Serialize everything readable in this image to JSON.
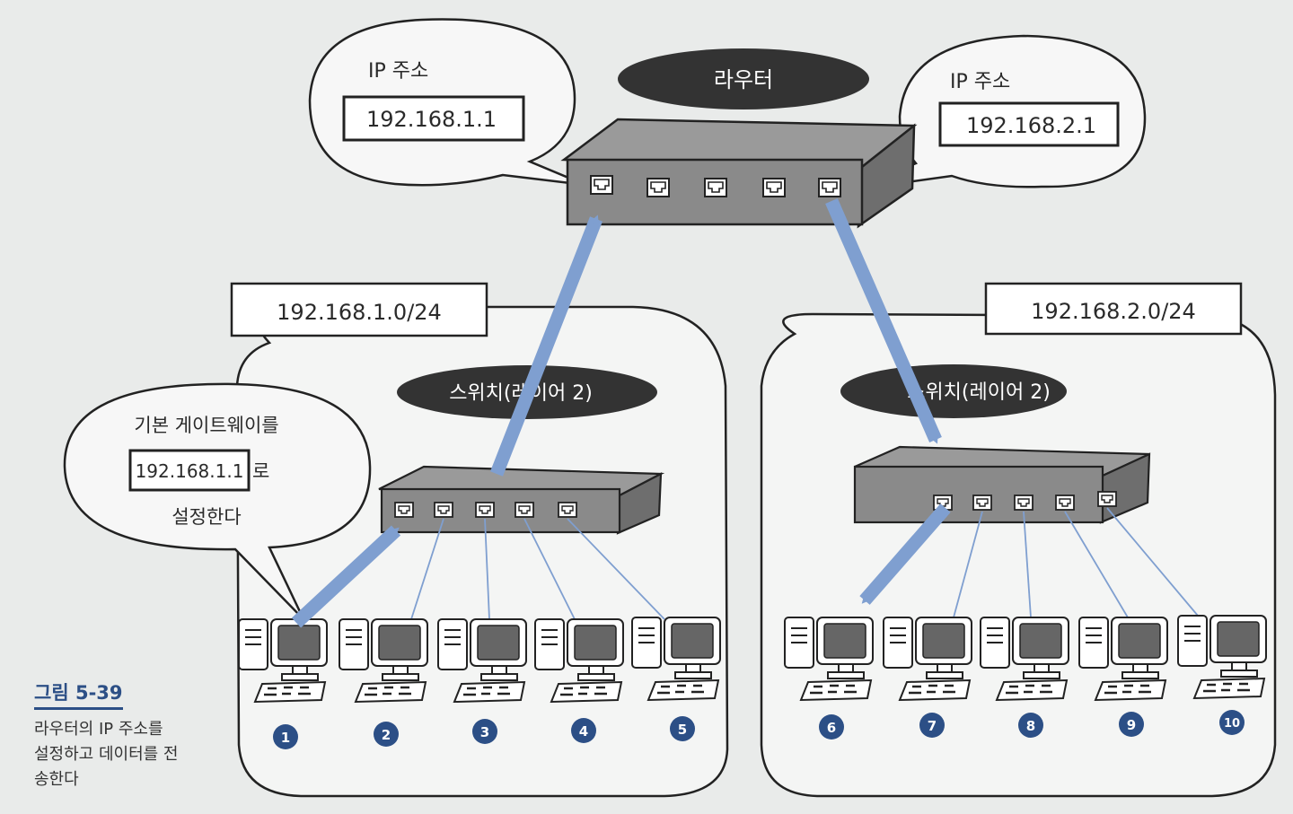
{
  "router": {
    "label": "라우터",
    "left_ip_title": "IP 주소",
    "left_ip": "192.168.1.1",
    "right_ip_title": "IP 주소",
    "right_ip": "192.168.2.1"
  },
  "networks": [
    {
      "cidr": "192.168.1.0/24",
      "switch_label": "스위치(레이어 2)",
      "computers": [
        "1",
        "2",
        "3",
        "4",
        "5"
      ]
    },
    {
      "cidr": "192.168.2.0/24",
      "switch_label": "스위치(레이어 2)",
      "computers": [
        "6",
        "7",
        "8",
        "9",
        "10"
      ]
    }
  ],
  "gateway_callout": {
    "line1": "기본 게이트웨이를",
    "ip": "192.168.1.1",
    "suffix": "로",
    "line3": "설정한다"
  },
  "caption": {
    "figure_number": "그림 5-39",
    "text": "라우터의 IP 주소를 설정하고 데이터를 전송한다"
  },
  "colors": {
    "arrow": "#7f9fd0",
    "badge": "#2c4f86",
    "device": "#8a8a8a",
    "oval": "#333333"
  }
}
